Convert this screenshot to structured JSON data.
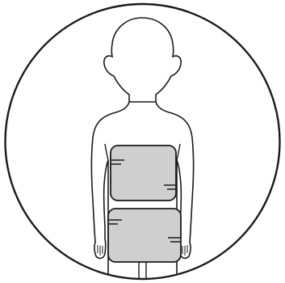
{
  "illustration": {
    "icon": "child-body-bandage-wraps-icon",
    "colors": {
      "background": "#ffffff",
      "outline": "#1a1a1a",
      "body_fill": "#ffffff",
      "bandage_fill": "#cfcfcf"
    },
    "bandages": [
      {
        "name": "torso-wrap",
        "region": "chest-abdomen"
      },
      {
        "name": "pelvis-wrap",
        "region": "hips"
      }
    ]
  }
}
